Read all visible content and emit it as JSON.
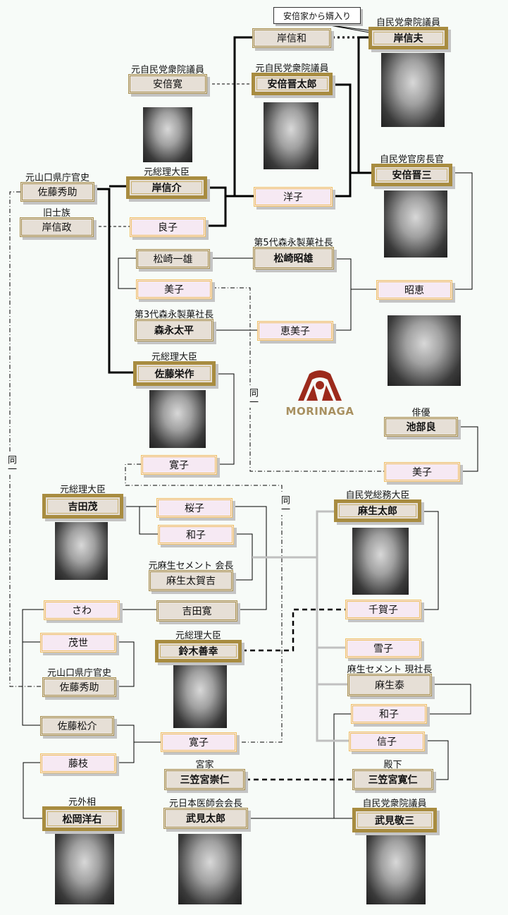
{
  "note": "安倍家から婿入り",
  "same_label": "同一",
  "logo": "MORINAGA",
  "colors": {
    "male_fill": "#e6dfd6",
    "male_border": "#a88c40",
    "female_fill": "#f6e9f3",
    "female_border": "#f0c060",
    "aso_line": "#c0c0c0",
    "logo": "#9c2a1c"
  },
  "nodes": [
    {
      "id": "kishi_nobuo",
      "name": "岸信夫",
      "title": "自民党衆院議員"
    },
    {
      "id": "kishi_nobukazu",
      "name": "岸信和",
      "title": ""
    },
    {
      "id": "abe_kan",
      "name": "安倍寛",
      "title": "元自民党衆院議員"
    },
    {
      "id": "abe_shintaro",
      "name": "安倍晋太郎",
      "title": "元自民党衆院議員"
    },
    {
      "id": "kishi_nobusuke",
      "name": "岸信介",
      "title": "元総理大臣"
    },
    {
      "id": "sato_hidesuke_1",
      "name": "佐藤秀助",
      "title": "元山口県庁官史"
    },
    {
      "id": "yoko",
      "name": "洋子",
      "title": ""
    },
    {
      "id": "abe_shinzo",
      "name": "安倍晋三",
      "title": "自民党官房長官"
    },
    {
      "id": "kishi_nobumasa",
      "name": "岸信政",
      "title": "旧士族"
    },
    {
      "id": "yoshiko_1",
      "name": "良子",
      "title": ""
    },
    {
      "id": "matsuzaki_akio",
      "name": "松崎昭雄",
      "title": "第5代森永製菓社長"
    },
    {
      "id": "matsuzaki_kazuo",
      "name": "松崎一雄",
      "title": ""
    },
    {
      "id": "yoshiko_2",
      "name": "美子",
      "title": ""
    },
    {
      "id": "akie",
      "name": "昭恵",
      "title": ""
    },
    {
      "id": "morinaga_taihei",
      "name": "森永太平",
      "title": "第3代森永製菓社長"
    },
    {
      "id": "emiko",
      "name": "恵美子",
      "title": ""
    },
    {
      "id": "sato_eisaku",
      "name": "佐藤栄作",
      "title": "元総理大臣"
    },
    {
      "id": "ikebe_ryo",
      "name": "池部良",
      "title": "俳優"
    },
    {
      "id": "hiroko_1",
      "name": "寛子",
      "title": ""
    },
    {
      "id": "yoshiko_3",
      "name": "美子",
      "title": ""
    },
    {
      "id": "yoshida_shigeru",
      "name": "吉田茂",
      "title": "元総理大臣"
    },
    {
      "id": "sakurako",
      "name": "桜子",
      "title": ""
    },
    {
      "id": "aso_taro",
      "name": "麻生太郎",
      "title": "自民党総務大臣"
    },
    {
      "id": "kazuko_1",
      "name": "和子",
      "title": ""
    },
    {
      "id": "aso_takakichi",
      "name": "麻生太賀吉",
      "title": "元麻生セメント 会長"
    },
    {
      "id": "sawa",
      "name": "さわ",
      "title": ""
    },
    {
      "id": "yoshida_kan",
      "name": "吉田寛",
      "title": ""
    },
    {
      "id": "chikako",
      "name": "千賀子",
      "title": ""
    },
    {
      "id": "suzuki_zenko",
      "name": "鈴木善幸",
      "title": "元総理大臣"
    },
    {
      "id": "shigeyo",
      "name": "茂世",
      "title": ""
    },
    {
      "id": "yukiko",
      "name": "雪子",
      "title": ""
    },
    {
      "id": "aso_yutaka",
      "name": "麻生泰",
      "title": "麻生セメント 現社長"
    },
    {
      "id": "sato_hidesuke_2",
      "name": "佐藤秀助",
      "title": "元山口県庁官史"
    },
    {
      "id": "kazuko_2",
      "name": "和子",
      "title": ""
    },
    {
      "id": "sato_matsusuke",
      "name": "佐藤松介",
      "title": ""
    },
    {
      "id": "hiroko_2",
      "name": "寛子",
      "title": ""
    },
    {
      "id": "nobuko",
      "name": "信子",
      "title": ""
    },
    {
      "id": "fujie",
      "name": "藤枝",
      "title": ""
    },
    {
      "id": "mikasa_takahito",
      "name": "三笠宮崇仁",
      "title": "宮家"
    },
    {
      "id": "mikasa_tomohito",
      "name": "三笠宮寛仁",
      "title": "殿下"
    },
    {
      "id": "matsuoka_yosuke",
      "name": "松岡洋右",
      "title": "元外相"
    },
    {
      "id": "takemi_taro",
      "name": "武見太郎",
      "title": "元日本医師会会長"
    },
    {
      "id": "takemi_keizo",
      "name": "武見敬三",
      "title": "自民党衆院議員"
    }
  ]
}
